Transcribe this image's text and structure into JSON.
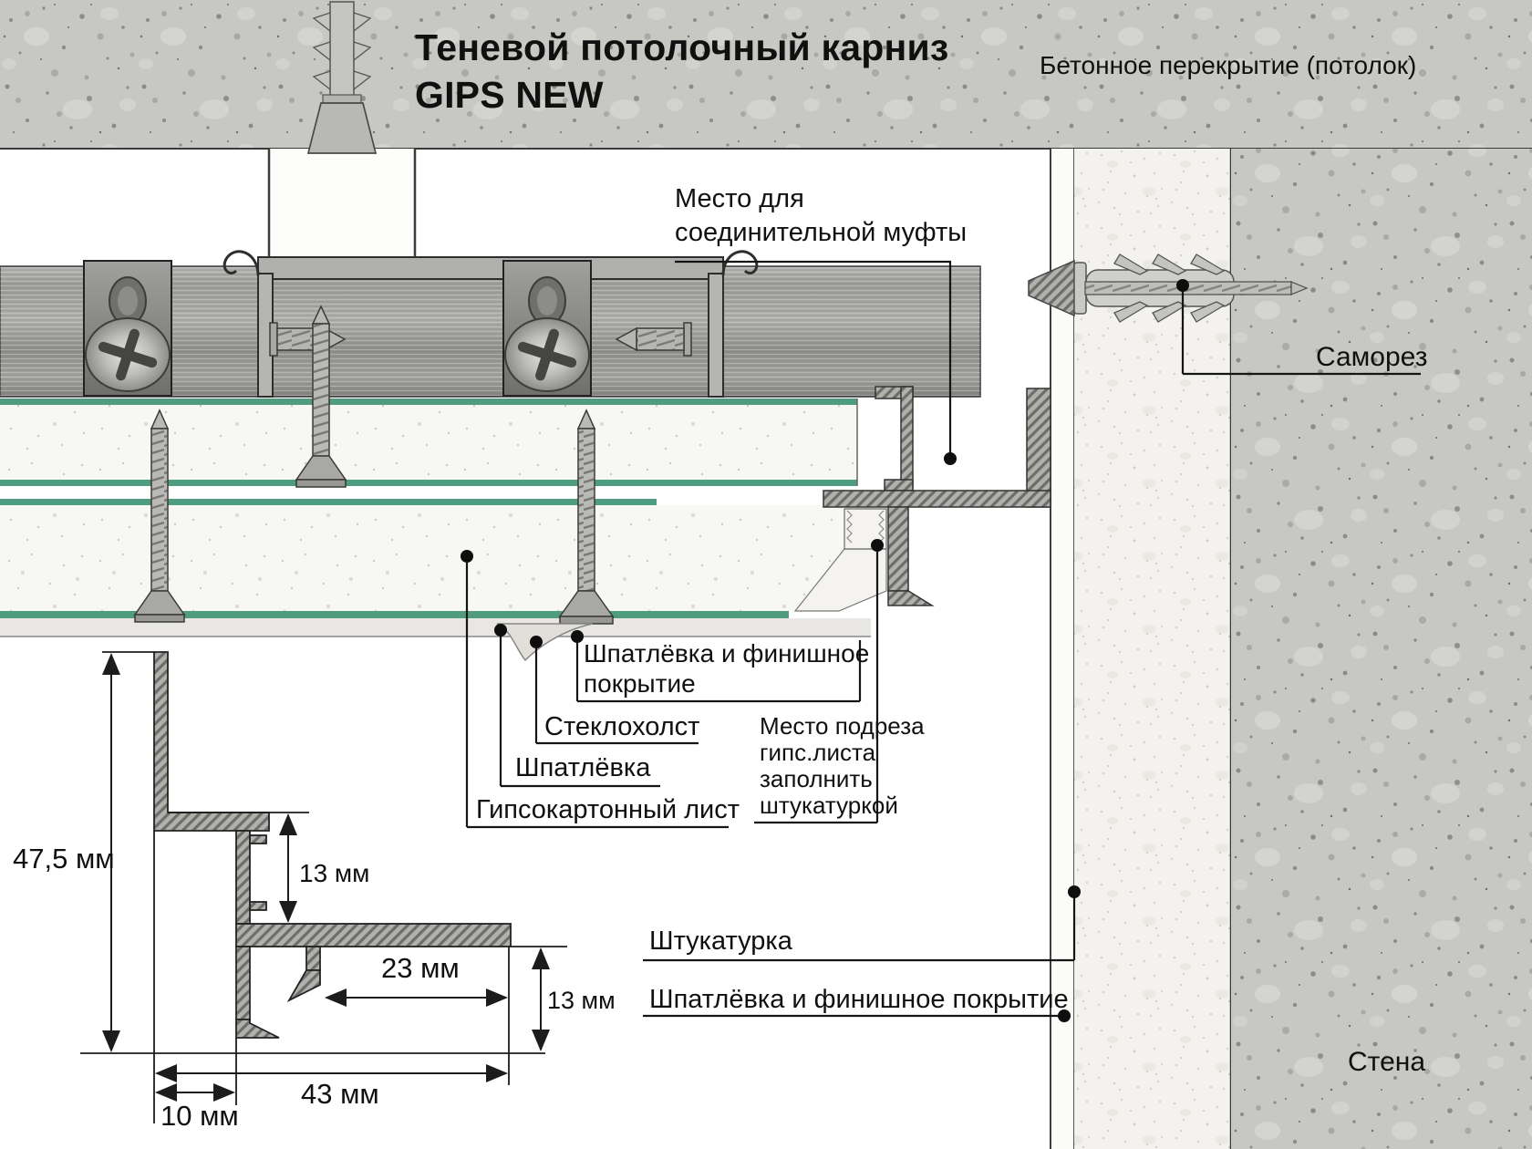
{
  "title": {
    "line1": "Теневой потолочный карниз",
    "line2": "GIPS NEW"
  },
  "callouts": {
    "ceiling": "Бетонное перекрытие (потолок)",
    "coupling_line1": "Место для",
    "coupling_line2": "соединительной муфты",
    "screw": "Саморез",
    "finish_top_line1": "Шпатлёвка и финишное",
    "finish_top_line2": "покрытие",
    "fiberglass": "Стеклохолст",
    "putty": "Шпатлёвка",
    "drywall": "Гипсокартонный лист",
    "cut_line1": "Место подреза",
    "cut_line2": "гипс.листа",
    "cut_line3": "заполнить",
    "cut_line4": "штукатуркой",
    "plaster": "Штукатурка",
    "finish_bottom": "Шпатлёвка и финишное покрытие",
    "wall": "Стена"
  },
  "dimensions": {
    "total_height": "47,5 мм",
    "slot_height": "13 мм",
    "inner_width": "23 мм",
    "shadow_height": "13 мм",
    "total_width": "43 мм",
    "wall_offset": "10 мм"
  },
  "colors": {
    "board_face_green": "#4f9c80",
    "concrete": "#c7c7c4",
    "plaster": "#f3f2ee",
    "metal": "#a3a3a1",
    "line": "#1a1a1a"
  }
}
